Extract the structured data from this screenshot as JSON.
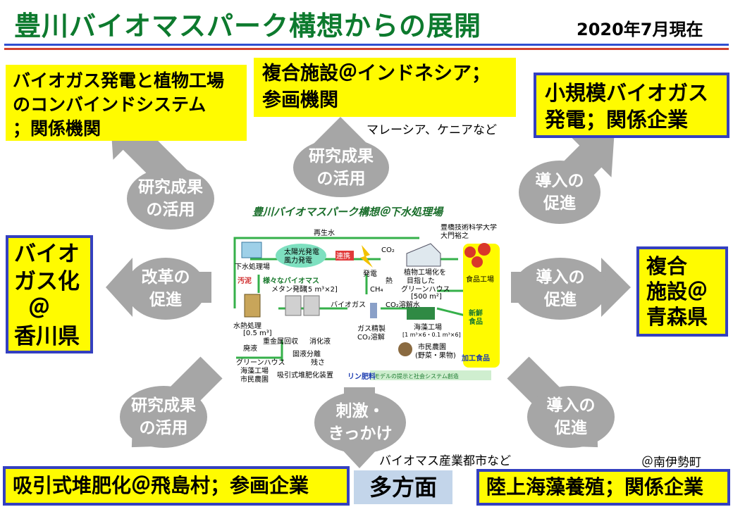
{
  "header": {
    "title": "豊川バイオマスパーク構想からの展開",
    "date": "2020年7月現在"
  },
  "boxes": {
    "top_left": [
      "バイオガス発電と植物工場",
      "のコンバインドシステム",
      "；関係機関"
    ],
    "top_center": [
      "複合施設＠インドネシア；",
      "参画機関"
    ],
    "top_center_note": "マレーシア、ケニアなど",
    "top_right": [
      "小規模バイオガス",
      "発電；関係企業"
    ],
    "middle_left": [
      "バイオ",
      "ガス化",
      "＠",
      "香川県"
    ],
    "middle_right": [
      "複合",
      "施設＠",
      "青森県"
    ],
    "bottom_left": "吸引式堆肥化＠飛島村；参画企業",
    "bottom_center": "多方面",
    "bottom_center_note": "バイオマス産業都市など",
    "bottom_right": "陸上海藻養殖；関係企業",
    "bottom_right_note": "＠南伊勢町"
  },
  "circles": {
    "top_left": [
      "研究成果",
      "の活用"
    ],
    "top_center": [
      "研究成果",
      "の活用"
    ],
    "top_right": [
      "導入の",
      "促進"
    ],
    "middle_left": [
      "改革の",
      "促進"
    ],
    "middle_right": [
      "導入の",
      "促進"
    ],
    "bottom_left": [
      "研究成果",
      "の活用"
    ],
    "bottom_center": [
      "刺激・",
      "きっかけ"
    ],
    "bottom_right": [
      "導入の",
      "促進"
    ]
  },
  "center_diagram": {
    "title": "豊川バイオマスパーク構想＠下水処理場",
    "labels": {
      "recycled_water": "再生水",
      "university": "豊橋技術科学大学",
      "professor": "大門裕之",
      "sewage_plant": "下水処理場",
      "solar": "太陽光発電",
      "wind": "風力発電",
      "link": "連携",
      "co2_top": "CO₂",
      "power": "発電",
      "ch4": "CH₄",
      "heat": "熱",
      "sludge": "汚泥",
      "various_biomass": "様々なバイオマス",
      "plant_factory": [
        "植物工場化を",
        "目指した",
        "グリーンハウス"
      ],
      "greenhouse_size": "[500 m²]",
      "methane": "メタン発酵",
      "methane_size": "[5 m³×2]",
      "biogas": "バイオガス",
      "co2_dissolved_water": "CO₂溶解水",
      "food_factory": "食品工場",
      "fresh_food": [
        "新鮮",
        "食品"
      ],
      "heat_treatment": "水熱処理",
      "heat_treatment_size": "[0.5 m³]",
      "heavy_metal": "重金属回収",
      "digestate": "消化液",
      "gas_refining": [
        "ガス精製",
        "CO₂溶解"
      ],
      "seaweed_factory": "海藻工場",
      "seaweed_size": "[1 m³×6・0.1 m³×6]",
      "waste_liquid": "廃液",
      "solid_liquid": "固液分離",
      "citizen_farm": [
        "市民農園",
        "(野菜・果物)"
      ],
      "processed_food": "加工食品",
      "residue": "残さ",
      "outputs": [
        "グリーンハウス",
        "海藻工場",
        "市民農園"
      ],
      "compost_device": "吸引式堆肥化装置",
      "phosphorus": "リン肥料",
      "model": "モデルの提示と社会システム創造"
    }
  },
  "colors": {
    "title_green": "#0d7a2e",
    "box_yellow": "#fffb00",
    "box_border_blue": "#3440c0",
    "arrow_gray": "#a6a6a6",
    "bottom_center_blue": "#c3d5ea",
    "rule_blue": "#2f4fd0",
    "rule_red": "#d0402f"
  }
}
